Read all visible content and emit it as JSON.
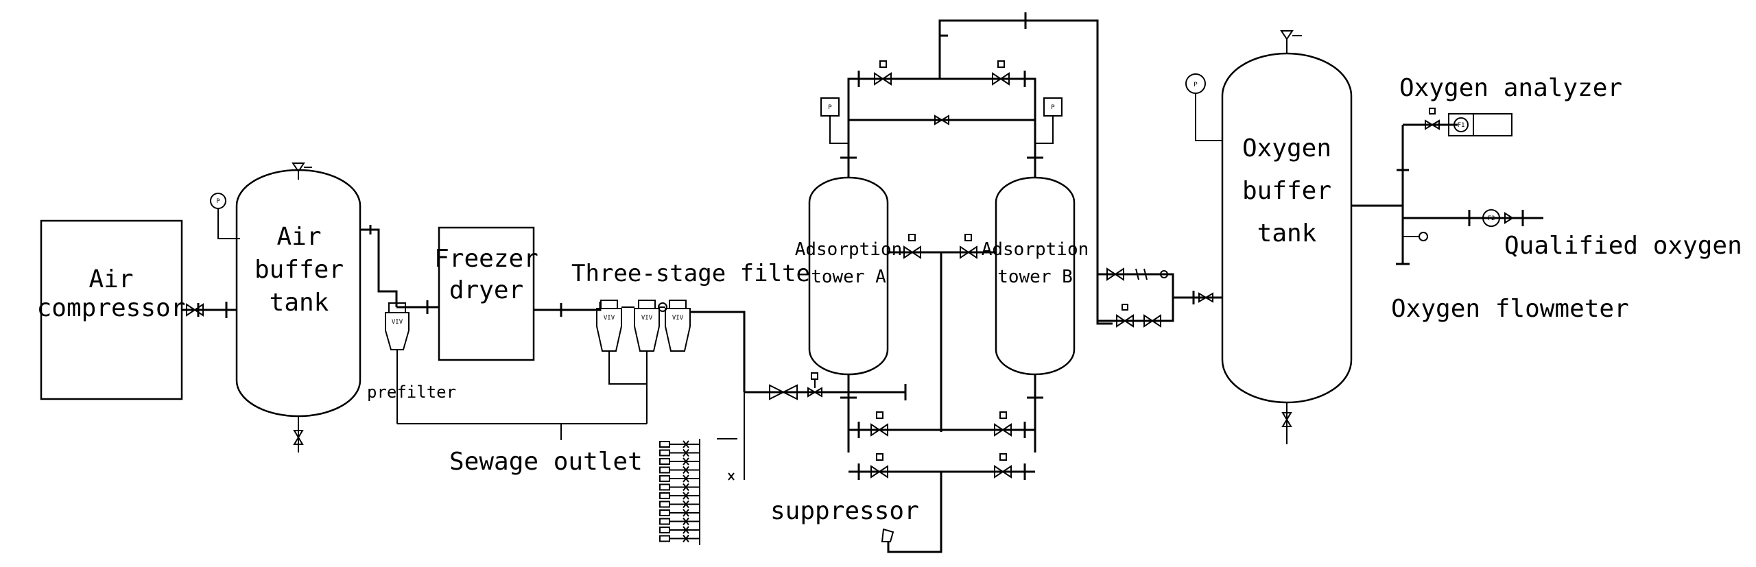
{
  "diagram": {
    "equipment": {
      "air_compressor": "Air\ncompressor",
      "air_buffer_tank": "Air\nbuffer\ntank",
      "freezer_dryer": "Freezer\ndryer",
      "adsorption_tower_a": "Adsorption\ntower A",
      "adsorption_tower_b": "Adsorption\ntower B",
      "oxygen_buffer_tank": "Oxygen\nbuffer\ntank"
    },
    "labels": {
      "prefilter": "prefilter",
      "three_stage_filters": "Three-stage filters",
      "sewage_outlet": "Sewage outlet",
      "suppressor": "suppressor",
      "oxygen_analyzer": "Oxygen analyzer",
      "qualified_oxygen": "Qualified oxygen",
      "oxygen_flowmeter": "Oxygen flowmeter"
    },
    "filter_tag": "VIV",
    "instrument_tags": {
      "pressure_gauge": "P",
      "flow_1": "F1",
      "flow_2": "F2"
    },
    "colors": {
      "line": "#000000",
      "background": "#ffffff"
    }
  }
}
